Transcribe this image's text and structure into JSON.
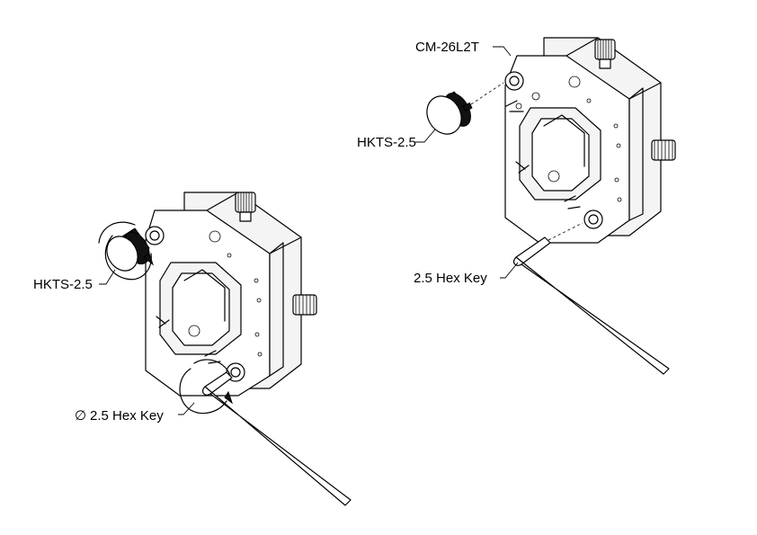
{
  "labels": {
    "mount_part": "CM-26L2T",
    "adjuster_right": "HKTS-2.5",
    "hexkey_right": "2.5 Hex Key",
    "adjuster_left": "HKTS-2.5",
    "hexkey_left_symbol": "∅",
    "hexkey_left": "2.5 Hex Key"
  },
  "icons": {
    "left_mount": "kinematic-cage-mount-icon",
    "right_mount": "kinematic-cage-mount-icon",
    "left_knob": "knurled-knob-icon",
    "right_knob": "knurled-knob-icon",
    "left_hexkey": "hex-key-icon",
    "right_hexkey": "hex-key-icon",
    "rotation_arrow": "rotation-arrow-icon"
  },
  "colors": {
    "line": "#000000",
    "background": "#ffffff",
    "shade": "#f4f4f4"
  }
}
